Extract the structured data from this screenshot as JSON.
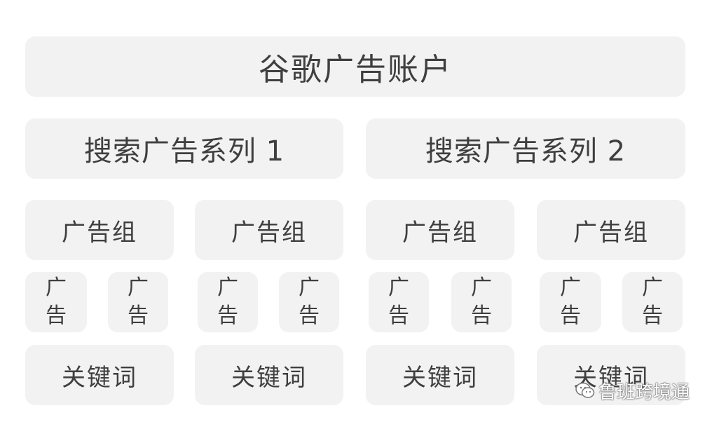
{
  "account": {
    "label": "谷歌广告账户"
  },
  "campaigns": [
    {
      "label": "搜索广告系列 1"
    },
    {
      "label": "搜索广告系列 2"
    }
  ],
  "ad_groups": [
    {
      "label": "广告组"
    },
    {
      "label": "广告组"
    },
    {
      "label": "广告组"
    },
    {
      "label": "广告组"
    }
  ],
  "ads": [
    {
      "label": "广告"
    },
    {
      "label": "广告"
    },
    {
      "label": "广告"
    },
    {
      "label": "广告"
    },
    {
      "label": "广告"
    },
    {
      "label": "广告"
    },
    {
      "label": "广告"
    },
    {
      "label": "广告"
    }
  ],
  "keywords": [
    {
      "label": "关键词"
    },
    {
      "label": "关键词"
    },
    {
      "label": "关键词"
    },
    {
      "label": "关键词"
    }
  ],
  "watermark": {
    "text": "鲁班跨境通",
    "icon": "wechat-icon"
  }
}
